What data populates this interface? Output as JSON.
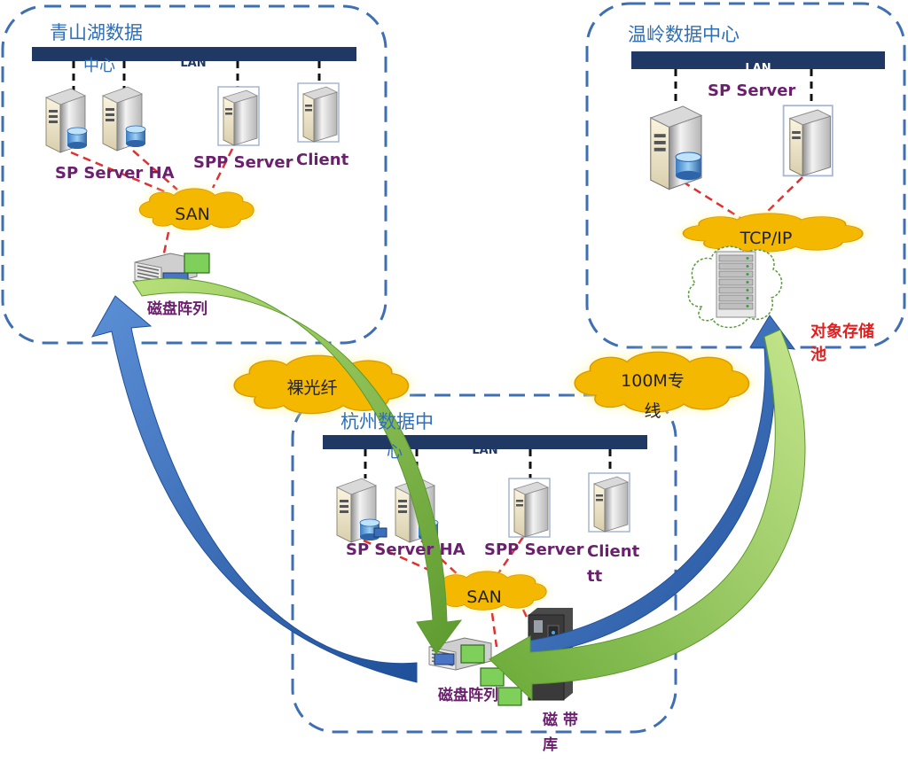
{
  "qingshanhu": {
    "title": "青山湖数据",
    "title_cont": "中心",
    "lan": "LAN",
    "sp_server_ha": "SP Server HA",
    "spp_server": "SPP Server",
    "client": "Client",
    "san": "SAN",
    "disk_array": "磁盘阵列"
  },
  "wenling": {
    "title": "温岭数据中心",
    "lan": "LAN",
    "sp_server": "SP Server",
    "tcpip": "TCP/IP",
    "object_pool_1": "对象存储",
    "object_pool_2": "池"
  },
  "hangzhou": {
    "title": "杭州数据中",
    "title_cont": "心",
    "lan": "LAN",
    "sp_server_ha": "SP Server HA",
    "spp_server": "SPP Server",
    "client": "Client",
    "client_tt": "tt",
    "san": "SAN",
    "disk_array": "磁盘阵列",
    "tape_1": "磁 带",
    "tape_2": "库"
  },
  "links": {
    "fiber": "裸光纤",
    "line_1": "100M专",
    "line_2": "线"
  },
  "colors": {
    "dashed_border": "#3f6fb3",
    "lan_bar": "#1f3864",
    "cloud_fill": "#f5b800",
    "cloud_glow": "#fff6a0",
    "san_link": "#e03030",
    "arrow_blue": "#2f5fa8",
    "arrow_green": "#7ab648"
  }
}
